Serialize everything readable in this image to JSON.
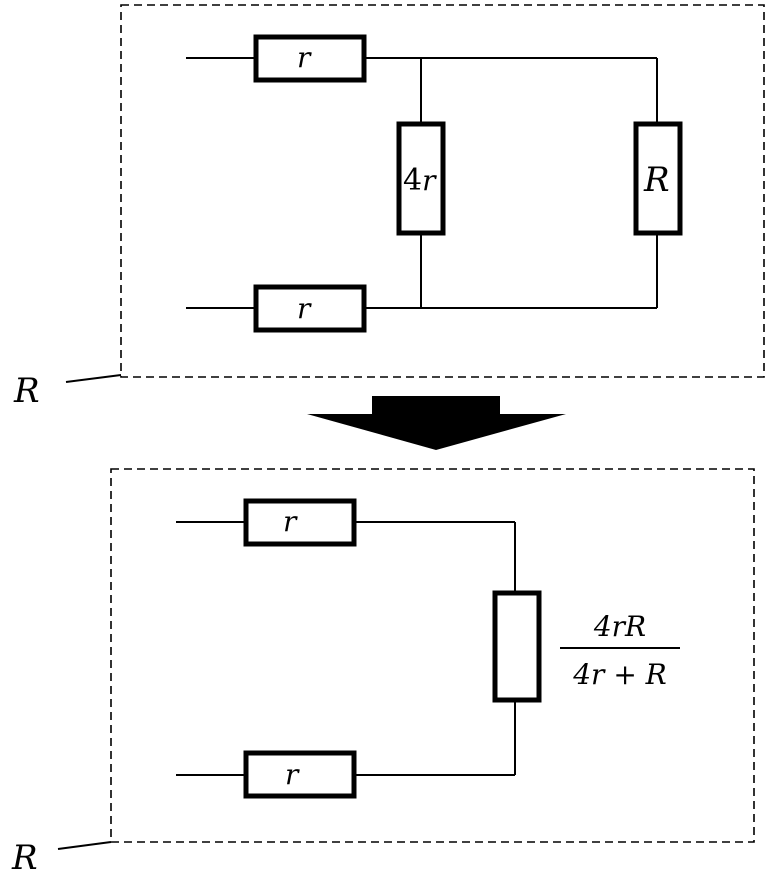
{
  "top": {
    "series_top_label": "r",
    "series_bottom_label": "r",
    "shunt_number": "4",
    "shunt_var": "r",
    "load_label": "R",
    "box_label": "R"
  },
  "bottom": {
    "series_top_label": "r",
    "series_bottom_label": "r",
    "equiv_numerator": "4rR",
    "equiv_denominator": "4r + R",
    "box_label": "R"
  },
  "colors": {
    "stroke": "#000000",
    "background": "#ffffff"
  }
}
